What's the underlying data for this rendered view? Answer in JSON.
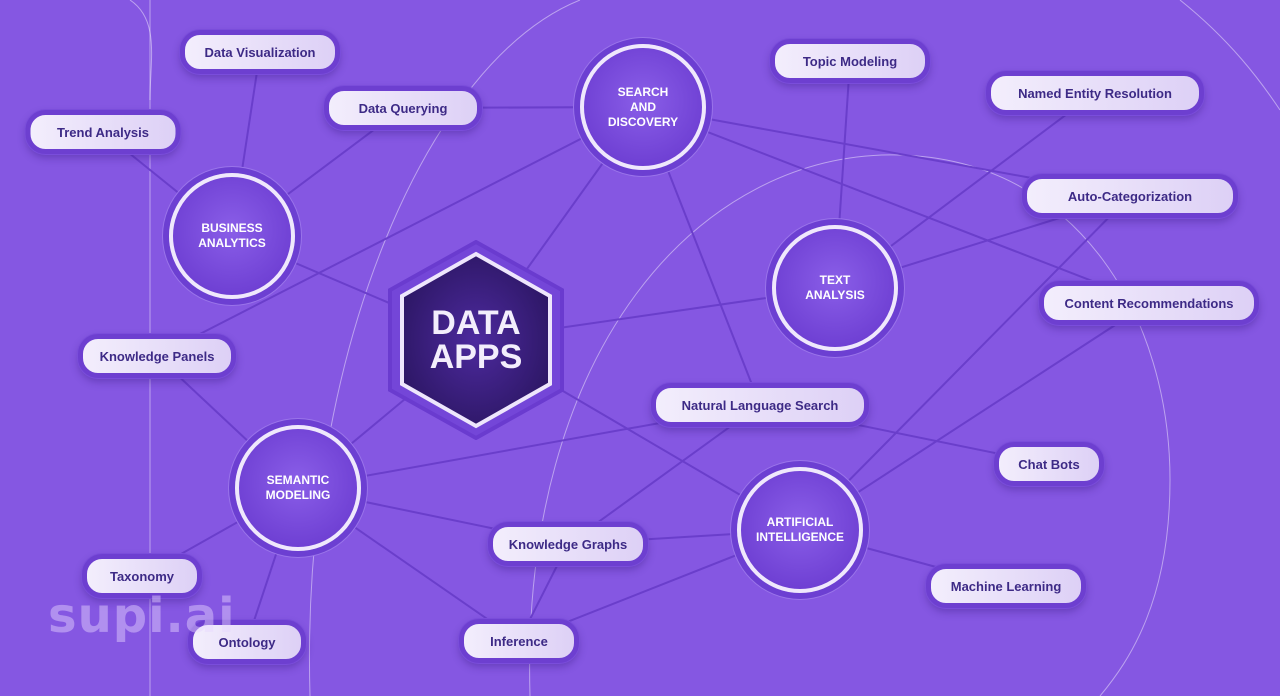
{
  "hub": {
    "label": "DATA\nAPPS"
  },
  "circles": [
    {
      "id": "search",
      "label": "SEARCH\nAND\nDISCOVERY"
    },
    {
      "id": "business",
      "label": "BUSINESS\nANALYTICS"
    },
    {
      "id": "text",
      "label": "TEXT\nANALYSIS"
    },
    {
      "id": "semantic",
      "label": "SEMANTIC\nMODELING"
    },
    {
      "id": "ai",
      "label": "ARTIFICIAL\nINTELLIGENCE"
    }
  ],
  "pills": [
    {
      "id": "dataviz",
      "label": "Data Visualization"
    },
    {
      "id": "dataquery",
      "label": "Data Querying"
    },
    {
      "id": "trend",
      "label": "Trend Analysis"
    },
    {
      "id": "topic",
      "label": "Topic Modeling"
    },
    {
      "id": "ner",
      "label": "Named Entity Resolution"
    },
    {
      "id": "autocat",
      "label": "Auto-Categorization"
    },
    {
      "id": "content",
      "label": "Content Recommendations"
    },
    {
      "id": "kpanels",
      "label": "Knowledge Panels"
    },
    {
      "id": "nls",
      "label": "Natural Language Search"
    },
    {
      "id": "chatbots",
      "label": "Chat Bots"
    },
    {
      "id": "kgraphs",
      "label": "Knowledge Graphs"
    },
    {
      "id": "ml",
      "label": "Machine Learning"
    },
    {
      "id": "taxonomy",
      "label": "Taxonomy"
    },
    {
      "id": "ontology",
      "label": "Ontology"
    },
    {
      "id": "inference",
      "label": "Inference"
    }
  ],
  "edges": [
    [
      "dataviz",
      "business"
    ],
    [
      "dataquery",
      "business"
    ],
    [
      "trend",
      "business"
    ],
    [
      "dataquery",
      "search"
    ],
    [
      "business",
      "hub"
    ],
    [
      "search",
      "hub"
    ],
    [
      "kpanels",
      "search"
    ],
    [
      "search",
      "nls"
    ],
    [
      "search",
      "autocat"
    ],
    [
      "search",
      "content"
    ],
    [
      "topic",
      "text"
    ],
    [
      "ner",
      "text"
    ],
    [
      "autocat",
      "text"
    ],
    [
      "text",
      "hub"
    ],
    [
      "kpanels",
      "semantic"
    ],
    [
      "hub",
      "semantic"
    ],
    [
      "semantic",
      "nls"
    ],
    [
      "semantic",
      "kgraphs"
    ],
    [
      "semantic",
      "taxonomy"
    ],
    [
      "semantic",
      "ontology"
    ],
    [
      "semantic",
      "inference"
    ],
    [
      "hub",
      "ai"
    ],
    [
      "nls",
      "chatbots"
    ],
    [
      "nls",
      "kgraphs"
    ],
    [
      "ai",
      "kgraphs"
    ],
    [
      "ai",
      "inference"
    ],
    [
      "ai",
      "ml"
    ],
    [
      "ai",
      "content"
    ],
    [
      "ai",
      "autocat"
    ],
    [
      "kgraphs",
      "inference"
    ]
  ],
  "logo": "supi.ai",
  "colors": {
    "background": "#8557e2",
    "line": "#6a3ecb",
    "hub": "#3a1f7a"
  }
}
